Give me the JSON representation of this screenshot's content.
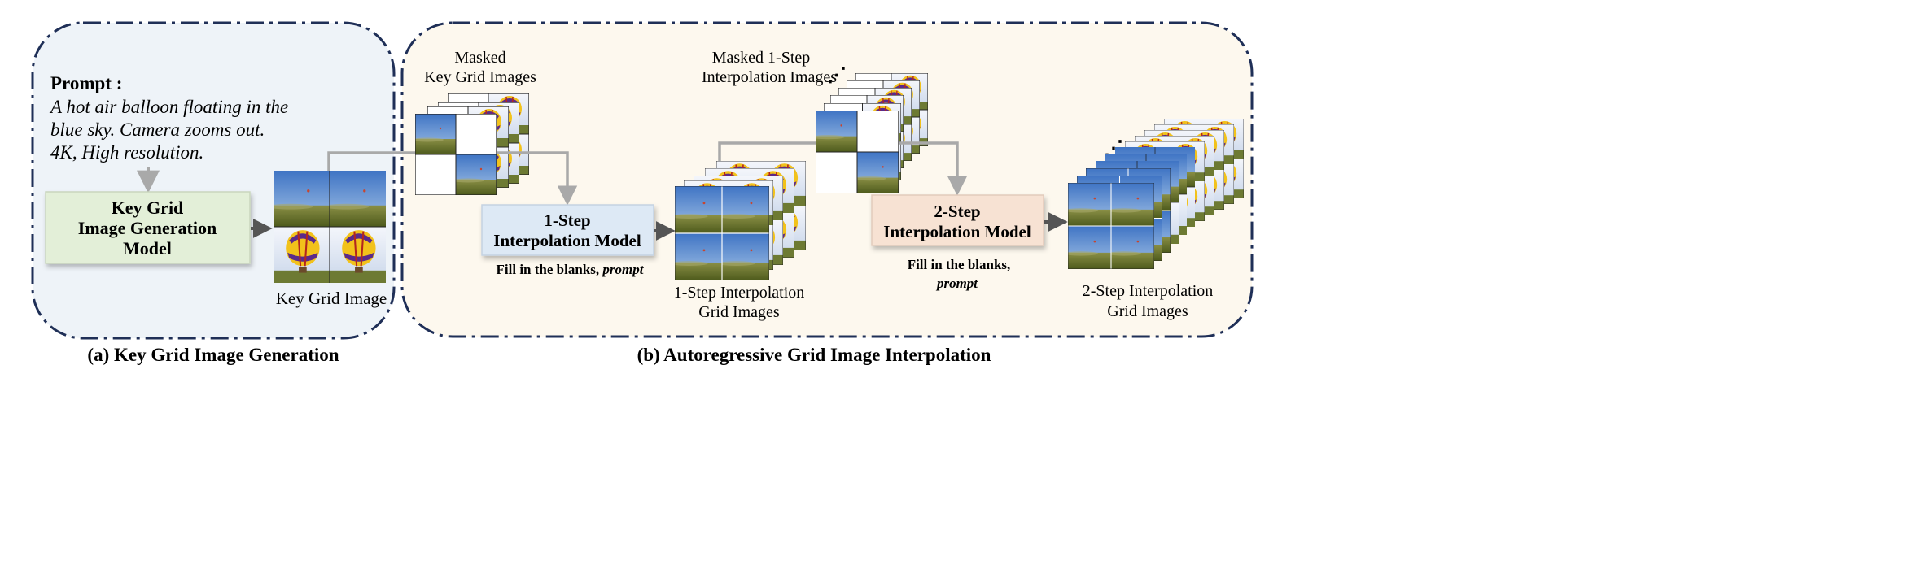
{
  "panel_a": {
    "prompt_heading": "Prompt :",
    "prompt_lines": [
      "A hot air balloon floating in the",
      "blue sky. Camera zooms out.",
      "4K, High resolution."
    ],
    "model_lines": [
      "Key Grid",
      "Image Generation",
      "Model"
    ],
    "output_label": "Key Grid Image",
    "caption": "(a) Key Grid Image Generation"
  },
  "panel_b": {
    "masked_key_label": [
      "Masked",
      "Key Grid Images"
    ],
    "step1_model_lines": [
      "1-Step",
      "Interpolation Model"
    ],
    "step1_instr": "Fill in the blanks,",
    "step1_instr_em": "prompt",
    "step1_output_label": [
      "1-Step Interpolation",
      "Grid Images"
    ],
    "masked_step1_label": [
      "Masked 1-Step",
      "Interpolation Images"
    ],
    "step2_model_lines": [
      "2-Step",
      "Interpolation Model"
    ],
    "step2_instr": "Fill in the blanks,",
    "step2_instr_em": "prompt",
    "step2_output_label": [
      "2-Step Interpolation",
      "Grid Images"
    ],
    "ellipsis": "⋰",
    "caption": "(b) Autoregressive Grid Image Interpolation"
  },
  "colors": {
    "panel_a_bg": "#eef3f8",
    "panel_b_bg": "#fdf8ee",
    "border": "#1f2f57",
    "keygrid_box": "#e3efd8",
    "step1_box": "#dde9f5",
    "step2_box": "#f7e2d3",
    "sky": "#4f86cf",
    "ground": "#6b7a2c",
    "balloon_yellow": "#f2c21b",
    "balloon_purple": "#5b2a8a",
    "arrow": "#a9a9a9",
    "dark_arrow": "#555555"
  }
}
